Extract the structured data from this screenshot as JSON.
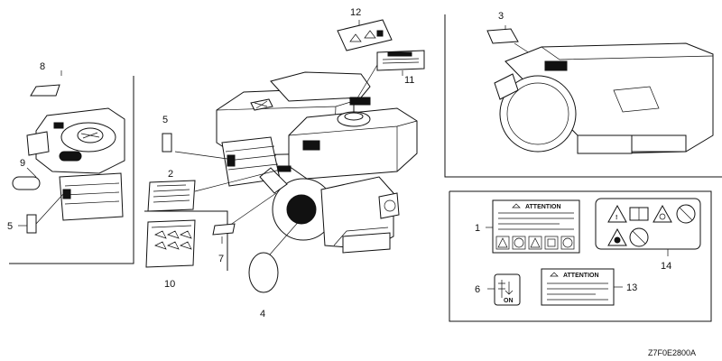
{
  "diagram": {
    "code": "Z7F0E2800A",
    "callouts": {
      "c1": "1",
      "c2": "2",
      "c3": "3",
      "c4": "4",
      "c5a": "5",
      "c5b": "5",
      "c6": "6",
      "c7": "7",
      "c8": "8",
      "c9": "9",
      "c10": "10",
      "c11": "11",
      "c12": "12",
      "c13": "13",
      "c14": "14"
    },
    "label_texts": {
      "attention_1": "ATTENTION",
      "attention_13": "ATTENTION"
    }
  }
}
